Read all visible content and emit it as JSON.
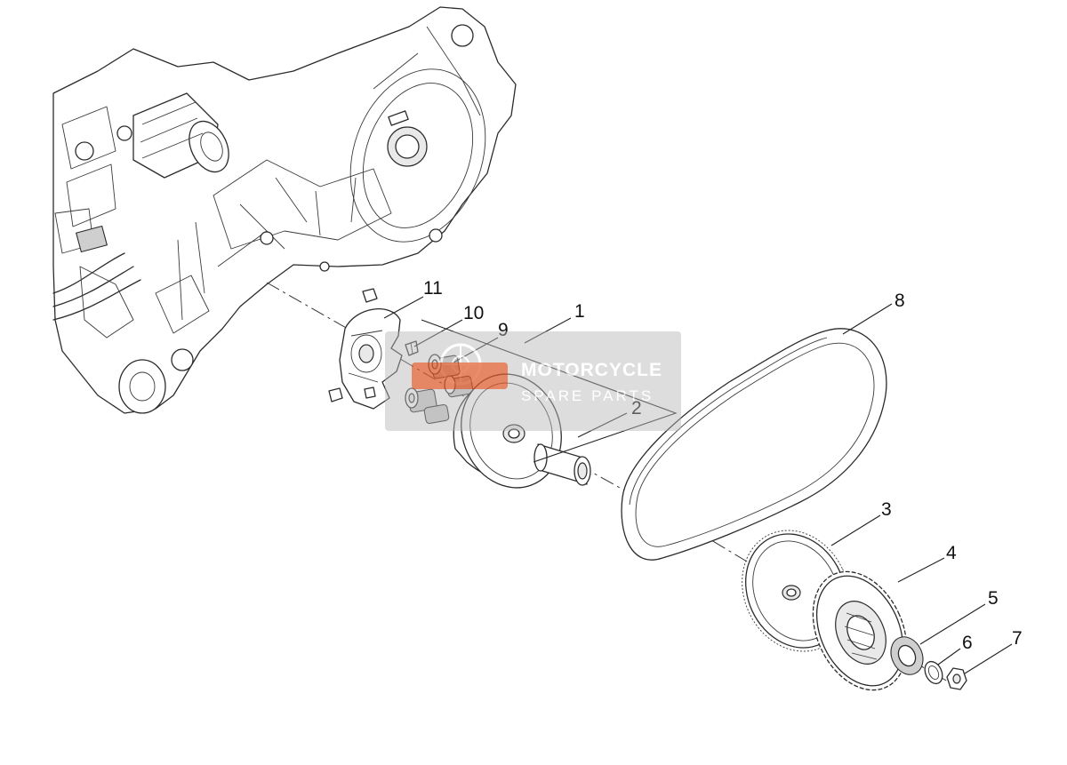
{
  "diagram": {
    "callouts": [
      {
        "id": "c1",
        "label": "1"
      },
      {
        "id": "c2",
        "label": "2"
      },
      {
        "id": "c3",
        "label": "3"
      },
      {
        "id": "c4",
        "label": "4"
      },
      {
        "id": "c5",
        "label": "5"
      },
      {
        "id": "c6",
        "label": "6"
      },
      {
        "id": "c7",
        "label": "7"
      },
      {
        "id": "c8",
        "label": "8"
      },
      {
        "id": "c9",
        "label": "9"
      },
      {
        "id": "c10",
        "label": "10"
      },
      {
        "id": "c11",
        "label": "11"
      }
    ]
  },
  "watermark": {
    "title": "MOTORCYCLE",
    "subtitle": "SPARE PARTS",
    "accent_color": "#e0531f"
  },
  "colors": {
    "line": "#2b2b2b",
    "background": "#ffffff"
  }
}
